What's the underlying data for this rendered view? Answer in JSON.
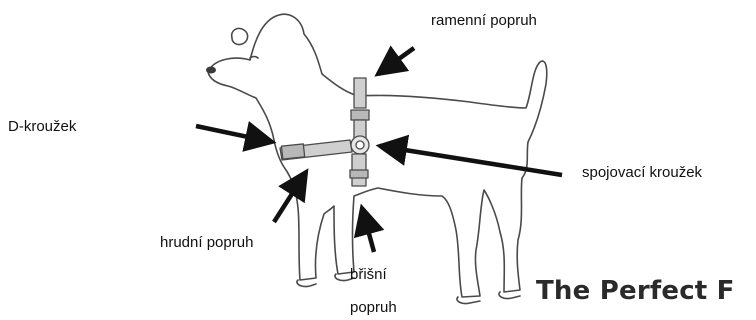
{
  "labels": {
    "shoulder_strap": "ramenní popruh",
    "d_ring": "D-kroužek",
    "connecting_ring": "spojovací kroužek",
    "chest_strap": "hrudní popruh",
    "belly_strap_line1": "břišní",
    "belly_strap_line2": "popruh"
  },
  "brand_text": "The Perfect F",
  "colors": {
    "outline": "#4a4a4a",
    "harness_fill": "#cfcfcf",
    "arrow": "#111111"
  }
}
